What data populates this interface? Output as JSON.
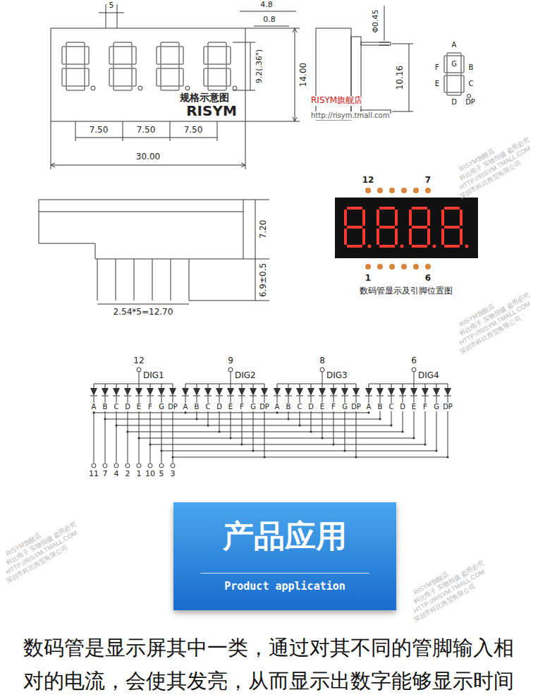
{
  "diagram": {
    "nodes": [
      {
        "text": [
          "产品应用",
          "Product application"
        ]
      }
    ],
    "labels": [
      "5",
      "4.8",
      "0.8",
      "Φ0.45",
      "14.00",
      "9.2(.36\")",
      "10.16",
      "7.50",
      "7.50",
      "7.50",
      "30.00",
      "规格示意图",
      "RISYM",
      "RISYM旗舰店",
      "http://risym.tmall.com",
      "A",
      "B",
      "F",
      "G",
      "E",
      "C",
      "D",
      "DP",
      "7.20",
      "6.9±0.5",
      "2.54*5=12.70",
      "12",
      "7",
      "1",
      "6",
      "数码管显示及引脚位置图",
      "12",
      "DIG1",
      "9",
      "DIG2",
      "8",
      "DIG3",
      "6",
      "DIG4",
      "A",
      "B",
      "C",
      "D",
      "E",
      "F",
      "G",
      "DP",
      "A",
      "B",
      "C",
      "D",
      "E",
      "F",
      "G",
      "DP",
      "A",
      "B",
      "C",
      "D",
      "E",
      "F",
      "G",
      "DP",
      "A",
      "B",
      "C",
      "D",
      "E",
      "F",
      "G",
      "DP",
      "11",
      "7",
      "4",
      "2",
      "1",
      "10",
      "5",
      "3",
      "数码管是显示屏其中一类，通过对其不同的管脚输入相 对的电流，会使其发亮，从而显示出数字能够显示时间",
      "RISYM旗舰店",
      "科比电子 实物拍摄 盗用必究",
      "HTTP://RISYM.TMALL.COM",
      "深圳市科比商贸有限公司",
      "RISYM旗舰店",
      "科比电子 实物拍摄 盗用必究",
      "HTTP://RISYM.TMALL.COM",
      "深圳市科比商贸有限公司",
      "RISYM旗舰店",
      "科比电子 实物拍摄 盗用必究",
      "HTTP://RISYM.TMALL.COM",
      "深圳市科比商贸有限公司",
      "RISYM旗舰店",
      "科比电子 实物拍摄 盗用必究",
      "HTTP://RISYM.TMALL.COM",
      "深圳市科比商贸有限公司"
    ]
  }
}
